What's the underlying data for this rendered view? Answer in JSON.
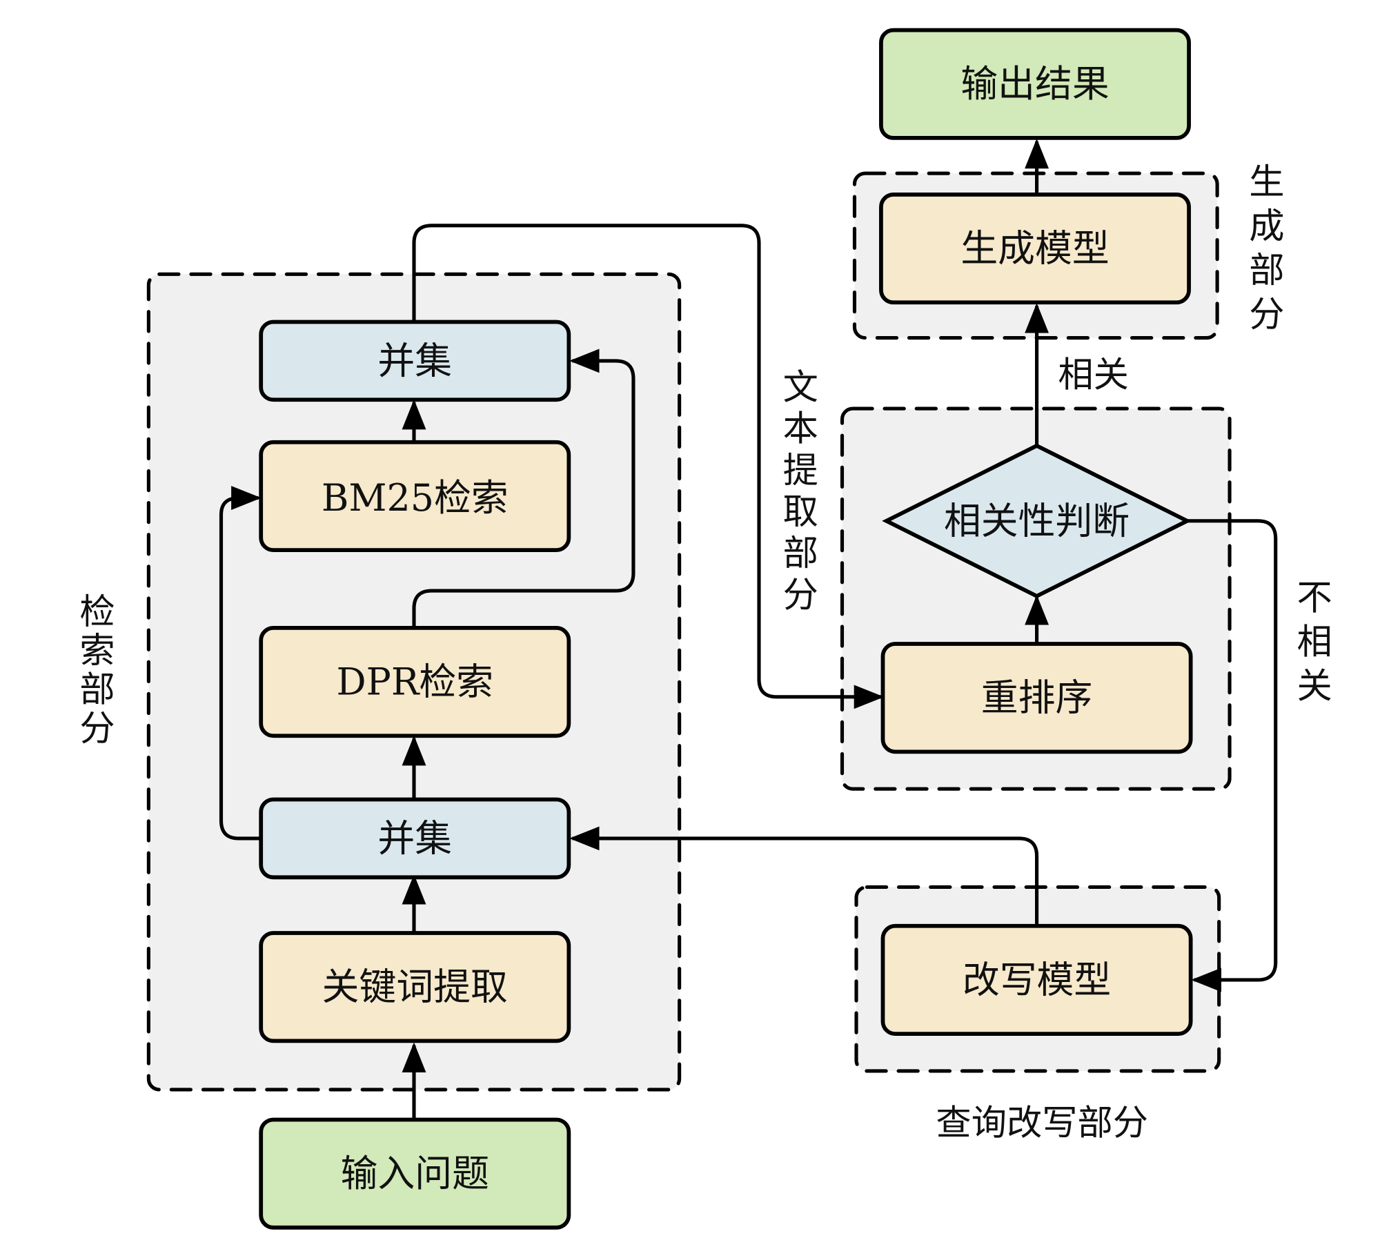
{
  "diagram": {
    "nodes": {
      "input_question": "输入问题",
      "keyword_extraction": "关键词提取",
      "union_lower": "并集",
      "dpr_retrieval": "DPR检索",
      "bm25_retrieval": "BM25检索",
      "union_upper": "并集",
      "rerank": "重排序",
      "relevance_judgment": "相关性判断",
      "generation_model": "生成模型",
      "output_result": "输出结果",
      "rewrite_model": "改写模型"
    },
    "groups": {
      "retrieval": "检索部分",
      "text_extraction": "文本提取部分",
      "generation": "生成部分",
      "query_rewrite": "查询改写部分"
    },
    "edge_labels": {
      "relevant": "相关",
      "irrelevant": "不相关"
    },
    "colors": {
      "io_node": "#d2e9b9",
      "process_node": "#f6e9cc",
      "merge_node": "#dae8ee",
      "group_background": "#f0f0f0"
    }
  }
}
